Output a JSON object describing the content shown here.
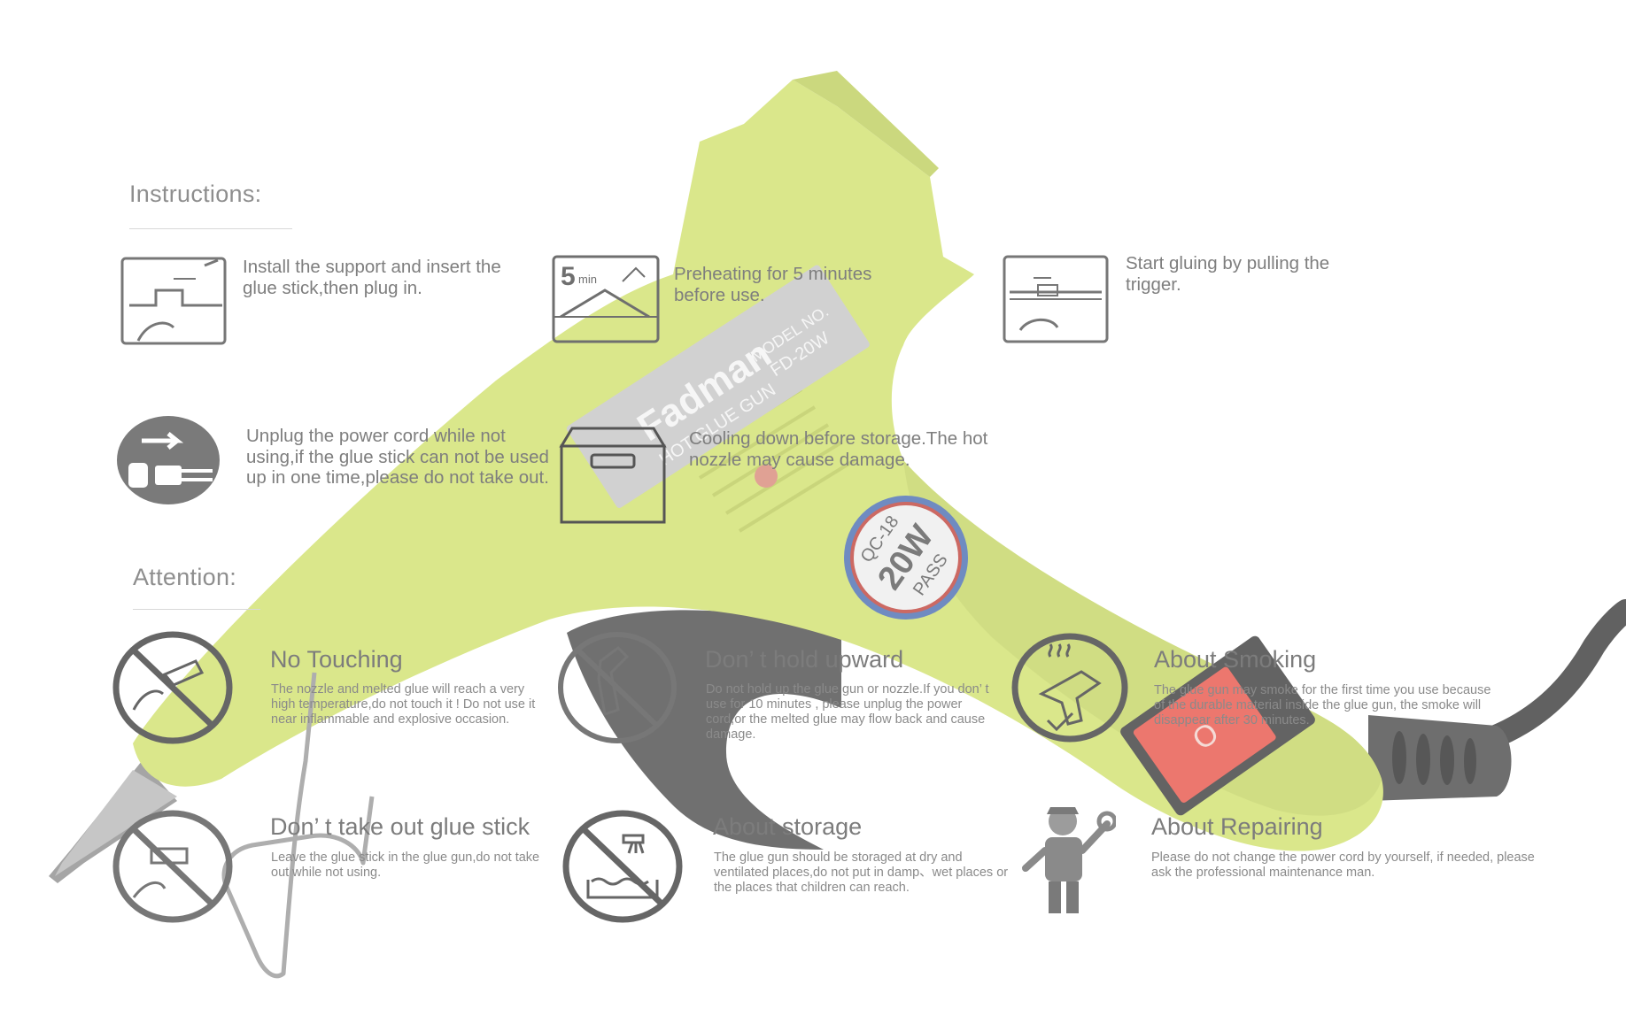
{
  "colors": {
    "gun_body": "#d1e16f",
    "gun_dark": "#4a4a4a",
    "switch_red": "#e8564a",
    "badge_blue": "#4b6fb2",
    "badge_red": "#c0443d",
    "text_gray": "#7e7e7e"
  },
  "gun": {
    "label_brand": "Fadman",
    "label_product": "HOT GLUE GUN",
    "label_model_title": "MODEL NO.",
    "label_model": "FD-20W",
    "badge_top": "QC-18",
    "badge_mid": "20W",
    "badge_bottom": "PASS",
    "switch_symbol": "O"
  },
  "instructions": {
    "heading": "Instructions:",
    "items": [
      {
        "icon": "install-support-icon",
        "text": "Install the support and insert the glue stick,then plug in."
      },
      {
        "icon": "preheat-5min-icon",
        "icon_label": "5",
        "icon_sub": "min",
        "text": "Preheating for 5 minutes before use."
      },
      {
        "icon": "trigger-pull-icon",
        "text": "Start gluing by pulling the trigger."
      },
      {
        "icon": "unplug-icon",
        "text": "Unplug the power cord while not using,if the glue stick can not be used up in one time,please do not take out."
      },
      {
        "icon": "storage-box-icon",
        "text": "Cooling down before storage.The hot nozzle may cause damage."
      }
    ]
  },
  "attention": {
    "heading": "Attention:",
    "items": [
      {
        "icon": "no-touching-icon",
        "title": "No Touching",
        "desc": "The nozzle and melted glue will reach a very high temperature,do not touch it ! Do not use it near inflammable and explosive occasion."
      },
      {
        "icon": "no-hold-upward-icon",
        "title": "Don’ t hold upward",
        "desc": "Do not hold up the glue gun or nozzle.If you don’ t use for 10 minutes , please unplug the power cord,or the melted glue may flow back and cause damage."
      },
      {
        "icon": "smoking-icon",
        "title": "About Smoking",
        "desc": "The glue gun may smoke for the first time you use because of the durable material inside the glue gun, the smoke will disappear after 30 minutes."
      },
      {
        "icon": "no-remove-stick-icon",
        "title": "Don’ t take out glue stick",
        "desc": "Leave the glue stick in the glue gun,do not take out while not using."
      },
      {
        "icon": "no-damp-storage-icon",
        "title": "About storage",
        "desc": "The glue gun should be storaged at dry and ventilated places,do not put in damp、wet places or the places that children can reach."
      },
      {
        "icon": "repairman-icon",
        "title": "About Repairing",
        "desc": "Please do not change the power cord by yourself, if needed, please ask the professional maintenance man."
      }
    ]
  }
}
